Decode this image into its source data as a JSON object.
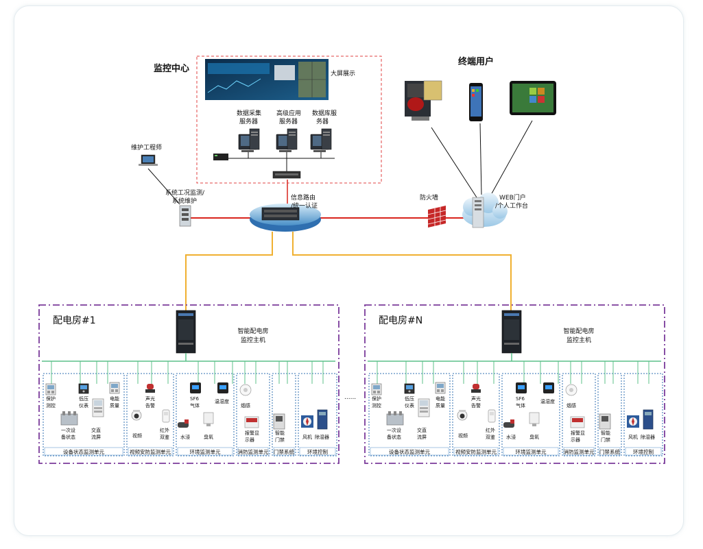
{
  "monitoring_center": {
    "title": "监控中心",
    "big_screen": "大屏展示",
    "servers": [
      {
        "line1": "数据采集",
        "line2": "服务器"
      },
      {
        "line1": "高级应用",
        "line2": "服务器"
      },
      {
        "line1": "数据库服",
        "line2": "务器"
      }
    ]
  },
  "terminal_users": {
    "title": "终端用户"
  },
  "maintenance": {
    "engineer": "维护工程师",
    "monitor_line1": "系统工况监测/",
    "monitor_line2": "系统维护"
  },
  "router": {
    "line1": "信息路由",
    "line2": "/统一认证"
  },
  "firewall": "防火墙",
  "web_portal": {
    "line1": "WEB门户",
    "line2": "/个人工作台"
  },
  "rooms": [
    {
      "title": "配电房#1",
      "host_line1": "智能配电房",
      "host_line2": "监控主机",
      "devices": {
        "protect": [
          "保护",
          "测控"
        ],
        "lowvolt": [
          "低压",
          "仪表"
        ],
        "power": [
          "电能",
          "质量"
        ],
        "primary": [
          "一次设",
          "备状态"
        ],
        "acdc": [
          "交直",
          "流屏"
        ],
        "alarm": [
          "声光",
          "告警"
        ],
        "video": "视频",
        "infrared": [
          "红外",
          "双鉴"
        ],
        "sf6": [
          "SF6",
          "气体"
        ],
        "temphum": "温湿度",
        "water": "水浸",
        "ozone": "臭氧",
        "smoke": "烟感",
        "firepanel": [
          "报警显",
          "示器"
        ],
        "door": [
          "智能",
          "门禁"
        ],
        "fan": "风机",
        "dehumid": "除湿器"
      },
      "units": [
        "设备状态监测单元",
        "视频安防监测单元",
        "环境监测单元",
        "消防监测单元",
        "门禁系统",
        "环境控制"
      ]
    },
    {
      "title": "配电房#N",
      "host_line1": "智能配电房",
      "host_line2": "监控主机",
      "devices": {
        "protect": [
          "保护",
          "测控"
        ],
        "lowvolt": [
          "低压",
          "仪表"
        ],
        "power": [
          "电能",
          "质量"
        ],
        "primary": [
          "一次设",
          "备状态"
        ],
        "acdc": [
          "交直",
          "流屏"
        ],
        "alarm": [
          "声光",
          "告警"
        ],
        "video": "视频",
        "infrared": [
          "红外",
          "双鉴"
        ],
        "sf6": [
          "SF6",
          "气体"
        ],
        "temphum": "温湿度",
        "water": "水浸",
        "ozone": "臭氧",
        "smoke": "烟感",
        "firepanel": [
          "报警显",
          "示器"
        ],
        "door": [
          "智能",
          "门禁"
        ],
        "fan": "风机",
        "dehumid": "除湿器"
      },
      "units": [
        "设备状态监测单元",
        "视频安防监测单元",
        "环境监测单元",
        "消防监测单元",
        "门禁系统",
        "环境控制"
      ]
    }
  ],
  "ellipsis": "......",
  "colors": {
    "red_line": "#d9241c",
    "orange_line": "#f0b030",
    "green_bus": "#5cc08a",
    "purple_border": "#7a3a9a",
    "blue_dotted": "#2f6fb0",
    "red_dashed": "#e04040"
  },
  "icons": {
    "server": "tower-server-icon",
    "laptop": "laptop-icon",
    "router": "router-icon",
    "firewall": "firewall-icon",
    "cloud": "cloud-icon",
    "phone": "smartphone-icon",
    "tablet": "tablet-icon",
    "host": "cabinet-icon"
  }
}
